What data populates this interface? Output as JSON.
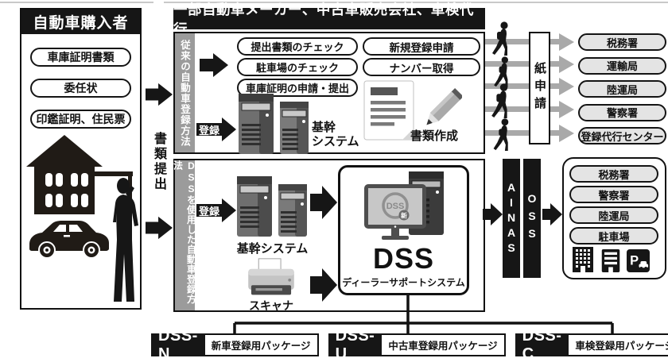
{
  "buyer": {
    "title": "自動車購入者",
    "documents": [
      "車庫証明書類",
      "委任状",
      "印鑑証明、住民票"
    ]
  },
  "submit": {
    "label": "書類提出"
  },
  "maker": {
    "title": "一部自動車メーカー、中古車販売会社、車検代行",
    "traditional": {
      "side_label": "従来の自動車登録方法",
      "checks": [
        "提出書類のチェック",
        "駐車場のチェック",
        "車庫証明の申請・提出"
      ],
      "applications": [
        "新規登録申請",
        "ナンバー取得"
      ],
      "register_label": "登録",
      "core_line1": "基幹",
      "core_line2": "システム",
      "doc_creation_label": "書類作成"
    },
    "dss_method": {
      "side_label": "DSSを使用した自動車登録方法",
      "register_label": "登録",
      "core_system_label": "基幹システム",
      "scanner_label": "スキャナ",
      "logo_text": "DSS",
      "logo_badge": "新",
      "name": "DSS",
      "subtitle": "ディーラーサポートシステム"
    }
  },
  "paper_flow": {
    "channel_label": "紙申請",
    "destinations": [
      "税務署",
      "運輸局",
      "陸運局",
      "警察署",
      "登録代行センター"
    ]
  },
  "oss_flow": {
    "ainas_label": "AINAS",
    "oss_label": "OSS",
    "destinations": [
      "税務署",
      "警察署",
      "陸運局",
      "駐車場"
    ]
  },
  "packages": [
    {
      "code": "DSS-N",
      "label": "新車登録用パッケージ"
    },
    {
      "code": "DSS-U",
      "label": "中古車登録用パッケージ"
    },
    {
      "code": "DSS-C",
      "label": "車検登録用パッケージ"
    }
  ],
  "icons": [
    "house-icon",
    "car-icon",
    "person-icon",
    "walking-person-icon",
    "server-icon",
    "document-icon",
    "pencil-icon",
    "scanner-icon",
    "monitor-icon",
    "building-icon",
    "office-icon",
    "parking-icon"
  ],
  "colors": {
    "ink": "#161616",
    "bar_gray": "#9b9b9b",
    "flow_gray": "#a9a9a9",
    "pill_gray": "#e4e4e4"
  }
}
